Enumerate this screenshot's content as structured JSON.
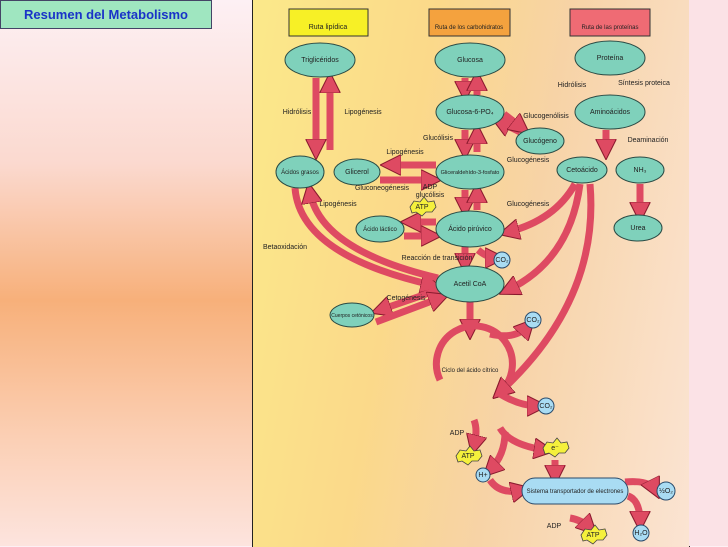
{
  "slide_title": "Resumen del Metabolismo",
  "headers": {
    "lipid": "Ruta lipídica",
    "carb": "Ruta de los carbohidratos",
    "prot": "Ruta de las proteínas"
  },
  "header_colors": {
    "lipid": "#f7f026",
    "carb": "#f4a23e",
    "prot": "#ef6b74"
  },
  "nodes": {
    "trigliceridos": "Triglicéridos",
    "glucosa": "Glucosa",
    "proteina": "Proteína",
    "g6p": "Glucosa-6-PO₄",
    "aminoacidos": "Aminoácidos",
    "glucogeno": "Glucógeno",
    "acidos_grasos": "Ácidos grasos",
    "glicerol": "Glicerol",
    "g3p": "Gliceraldehído-3-fosfato",
    "cetoacido": "Cetoácido",
    "nh3": "NH₃",
    "acido_lactico": "Ácido láctico",
    "acido_piruvico": "Ácido pirúvico",
    "urea": "Urea",
    "acetil_coa": "Acetil CoA",
    "cuerpos_cetonicos": "Cuerpos cetónicos",
    "ciclo": "Ciclo del ácido cítrico",
    "sistema": "Sistema transportador de electrones"
  },
  "labels": {
    "hidrolisis1": "Hidrólisis",
    "lipogenesis1": "Lipogénesis",
    "glucolisis": "Glucólisis",
    "glucogenolisis": "Glucogenólisis",
    "glucogenesis1": "Glucogénesis",
    "lipogenesis2": "Lipogénesis",
    "gluconeogenesis": "Gluconeogénesis",
    "adp1": "ADP",
    "glucolisis2": "glucólisis",
    "lipogenesis3": "Lipogénesis",
    "glucogenesis2": "Glucogénesis",
    "betaoxidacion": "Betaoxidación",
    "reaccion": "Reacción de transición",
    "cetogenesis": "Cetogénesis",
    "hidrolisis2": "Hidrólisis",
    "sintesis": "Síntesis proteica",
    "deaminacion": "Deaminación",
    "adp2": "ADP",
    "adp3": "ADP"
  },
  "small": {
    "atp": "ATP",
    "co2": "CO₂",
    "e": "e⁻",
    "h": "H+",
    "o2": "½O₂",
    "h2o": "H₂O"
  }
}
